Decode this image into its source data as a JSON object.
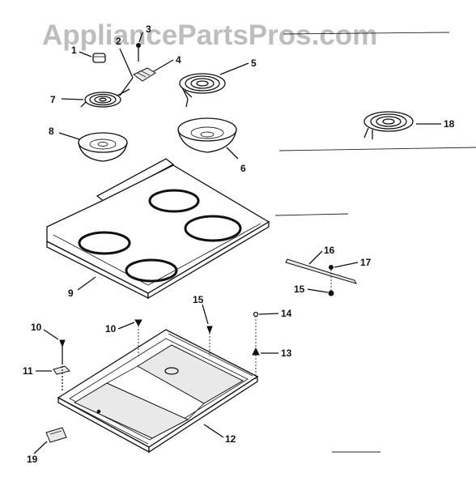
{
  "watermark": "AppliancePartsPros.com",
  "callouts": [
    "1",
    "2",
    "3",
    "4",
    "5",
    "6",
    "7",
    "8",
    "9",
    "10",
    "11",
    "12",
    "13",
    "14",
    "15",
    "16",
    "17",
    "18",
    "19"
  ],
  "duplicate_callouts": {
    "10_second": "10",
    "15_second": "15"
  }
}
